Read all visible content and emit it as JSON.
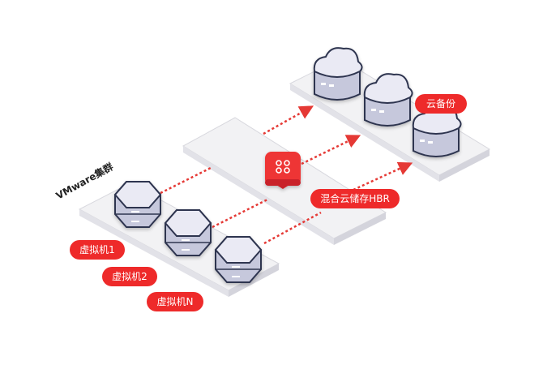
{
  "diagram": {
    "cluster_label": "VMware集群",
    "hbr_label": "混合云储存HBR",
    "cloud_label": "云备份",
    "vm_labels": [
      "虚拟机1",
      "虚拟机2",
      "虚拟机N"
    ],
    "colors": {
      "accent": "#ee2a2a",
      "platform": "#f1f1f3",
      "platform_edge": "#d9d9df",
      "server_top": "#eaeaf4",
      "server_side": "#c6c8dc",
      "server_outline": "#2e3450",
      "dashed_line": "#e53935"
    },
    "icons": [
      "hbr-storage-icon",
      "vm-server-icon",
      "cloud-server-icon"
    ]
  }
}
